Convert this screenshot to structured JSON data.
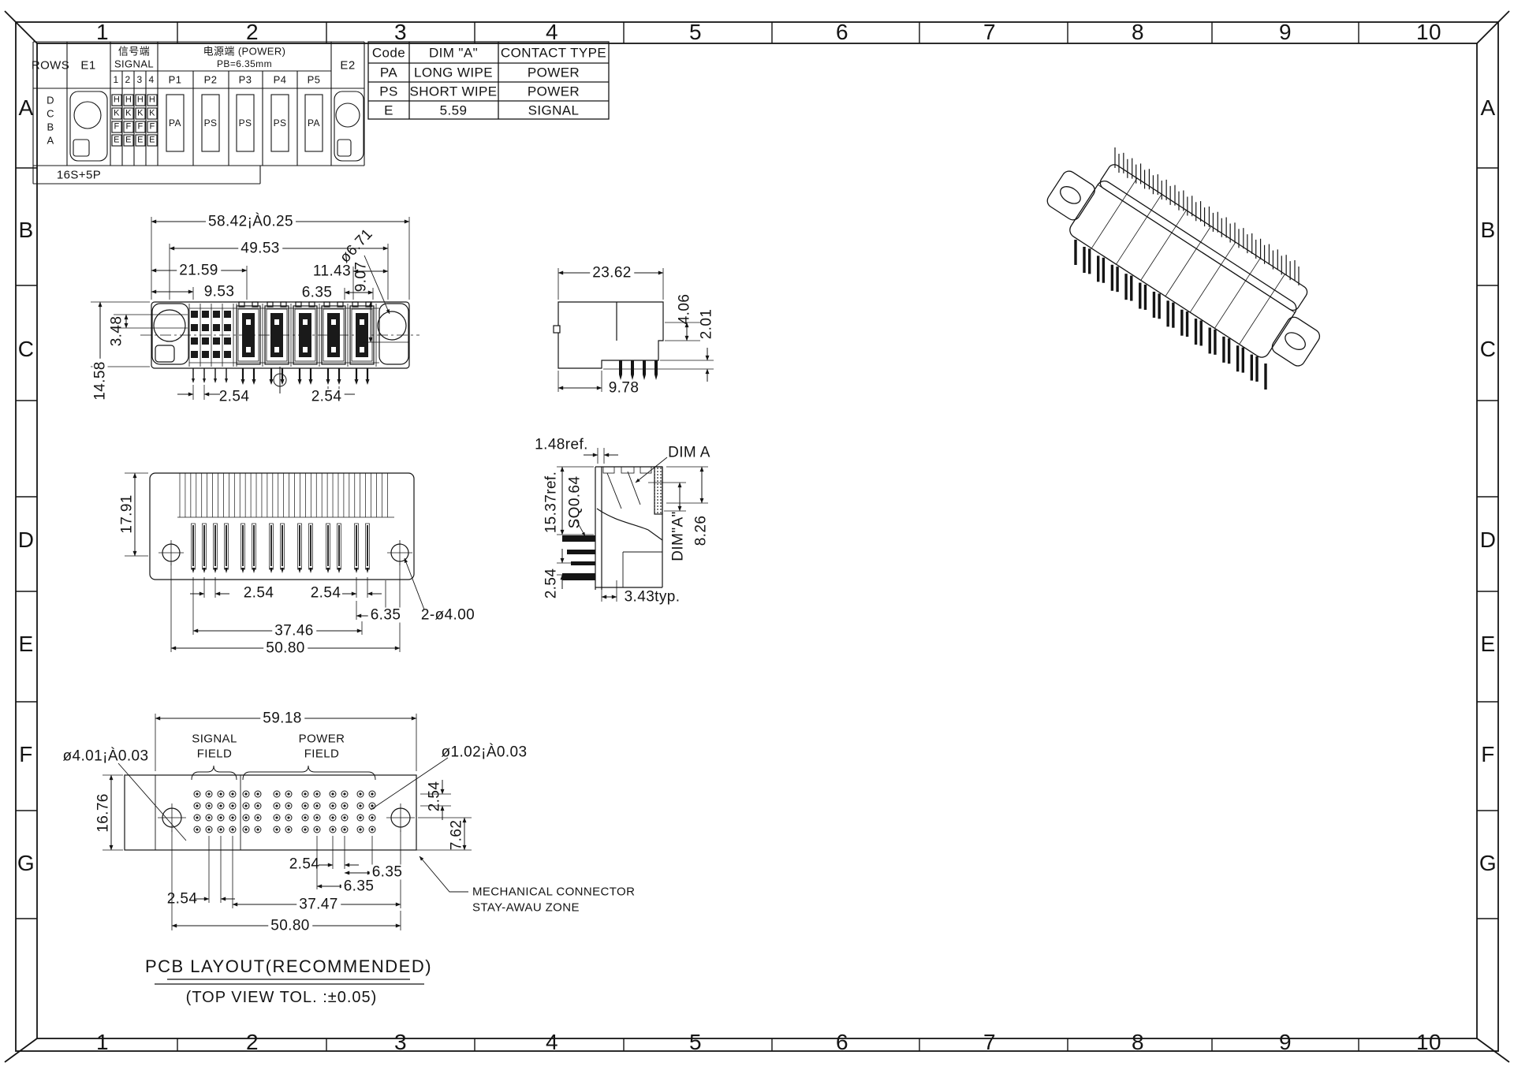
{
  "border": {
    "columns": [
      "1",
      "2",
      "3",
      "4",
      "5",
      "6",
      "7",
      "8",
      "9",
      "10"
    ],
    "rows": [
      "A",
      "B",
      "C",
      "D",
      "E",
      "F",
      "G"
    ]
  },
  "signal_table": {
    "rows_header": "ROWS",
    "e1": "E1",
    "e2": "E2",
    "signal_header_cn": "信号端",
    "signal_header_en": "SIGNAL",
    "power_header_cn": "电源端 (POWER)",
    "power_pitch": "PB=6.35mm",
    "signal_cols": [
      "1",
      "2",
      "3",
      "4"
    ],
    "power_cols": [
      "P1",
      "P2",
      "P3",
      "P4",
      "P5"
    ],
    "row_letters": [
      "D",
      "C",
      "B",
      "A"
    ],
    "signal_grid": [
      [
        "H",
        "H",
        "H",
        "H"
      ],
      [
        "K",
        "K",
        "K",
        "K"
      ],
      [
        "F",
        "F",
        "F",
        "F"
      ],
      [
        "E",
        "E",
        "E",
        "E"
      ]
    ],
    "power_codes": [
      "PA",
      "PS",
      "PS",
      "PS",
      "PA"
    ],
    "designation": "16S+5P"
  },
  "code_table": {
    "headers": [
      "Code",
      "DIM \"A\"",
      "CONTACT TYPE"
    ],
    "rows": [
      [
        "PA",
        "LONG WIPE",
        "POWER"
      ],
      [
        "PS",
        "SHORT WIPE",
        "POWER"
      ],
      [
        "E",
        "5.59",
        "SIGNAL"
      ]
    ]
  },
  "front_view": {
    "total_width": "58.42¡À0.25",
    "inner_width": "49.53",
    "d21_59": "21.59",
    "d9_53": "9.53",
    "d11_43": "11.43",
    "d6_35": "6.35",
    "d14_58": "14.58",
    "d3_48": "3.48",
    "dia6_71": "ø6.71",
    "d9_07": "9.07",
    "pitch_left": "2.54",
    "pitch_right": "2.54"
  },
  "side_view": {
    "d23_62": "23.62",
    "d4_06": "4.06",
    "d2_01": "2.01",
    "d9_78": "9.78"
  },
  "bottom_view": {
    "d17_91": "17.91",
    "pitch_signal": "2.54",
    "pitch_power": "2.54",
    "d6_35": "6.35",
    "holes": "2-ø4.00",
    "d37_46": "37.46",
    "d50_80": "50.80"
  },
  "section_view": {
    "ref1_48": "1.48ref.",
    "dim_a_note": "DIM A",
    "ref15_37": "15.37ref.",
    "sq0_64": "SQ0.64",
    "dim_a_rot": "DIM\"A\"",
    "d8_26": "8.26",
    "d2_54": "2.54",
    "typ3_43": "3.43typ."
  },
  "pcb_view": {
    "d59_18": "59.18",
    "signal_field_l1": "SIGNAL",
    "signal_field_l2": "FIELD",
    "power_field_l1": "POWER",
    "power_field_l2": "FIELD",
    "dia4_01": "ø4.01¡À0.03",
    "dia1_02": "ø1.02¡À0.03",
    "d16_76": "16.76",
    "d2_54_rows": "2.54",
    "d7_62": "7.62",
    "d2_54_power": "2.54",
    "d6_35_a": "6.35",
    "d6_35_b": "6.35",
    "d2_54_signal": "2.54",
    "d37_47": "37.47",
    "d50_80": "50.80",
    "note_l1": "MECHANICAL CONNECTOR",
    "note_l2": "STAY-AWAU ZONE"
  },
  "footer": {
    "title": "PCB LAYOUT(RECOMMENDED)",
    "subtitle": "(TOP VIEW TOL. :±0.05)"
  }
}
